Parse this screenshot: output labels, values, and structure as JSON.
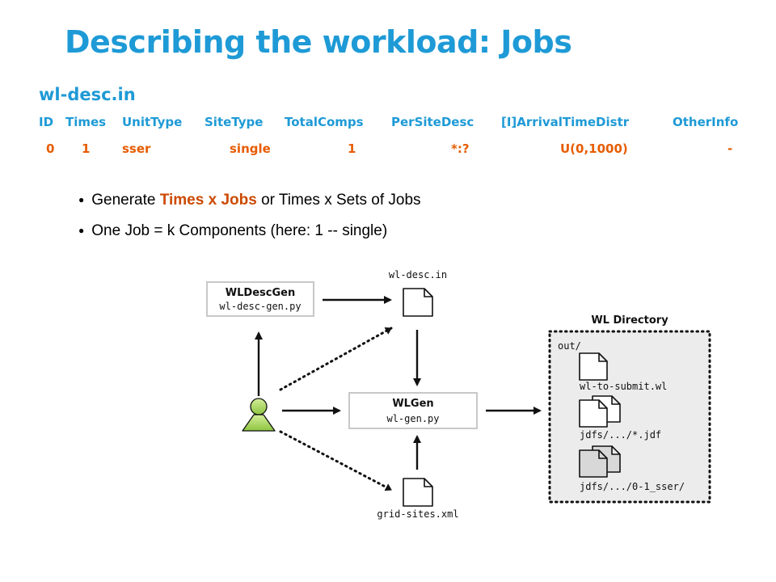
{
  "slide": {
    "title": "Describing the workload: Jobs",
    "file_name": "wl-desc.in",
    "columns": [
      "ID",
      "Times",
      "UnitType",
      "SiteType",
      "TotalComps",
      "PerSiteDesc",
      "[I]ArrivalTimeDistr",
      "OtherInfo"
    ],
    "values": [
      "0",
      "1",
      "sser",
      "single",
      "1",
      "*:?",
      "U(0,1000)",
      "-"
    ],
    "bullets": [
      {
        "pre": "Generate ",
        "highlight": "Times x Jobs",
        "post": " or Times x Sets of Jobs"
      },
      {
        "pre": "One Job = k Components (here: 1 -- single)",
        "highlight": "",
        "post": ""
      }
    ]
  },
  "diagram": {
    "wldescgen_title": "WLDescGen",
    "wldescgen_script": "wl-desc-gen.py",
    "wlgen_title": "WLGen",
    "wlgen_script": "wl-gen.py",
    "wl_desc_file": "wl-desc.in",
    "grid_sites_file": "grid-sites.xml",
    "wl_directory_title": "WL Directory",
    "out_dir": "out/",
    "submit_file": "wl-to-submit.wl",
    "jdfs_file": "jdfs/.../*.jdf",
    "sser_dir": "jdfs/.../0-1_sser/"
  }
}
